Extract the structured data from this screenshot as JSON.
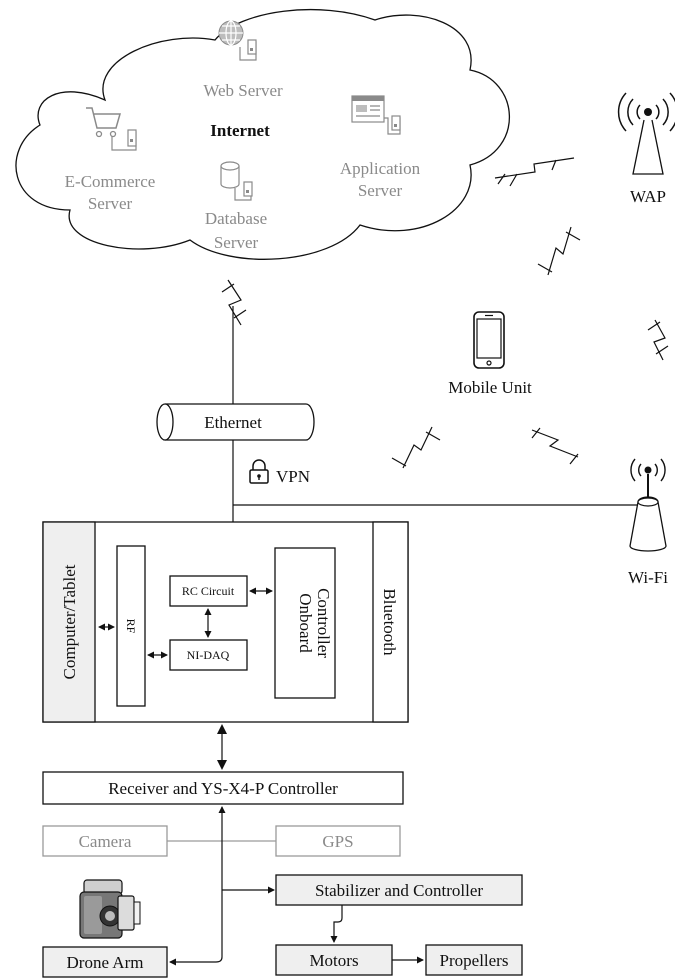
{
  "cloud": {
    "title": "Internet",
    "web_server": "Web Server",
    "application_server_1": "Application",
    "application_server_2": "Server",
    "ecommerce_server_1": "E-Commerce",
    "ecommerce_server_2": "Server",
    "database_server_1": "Database",
    "database_server_2": "Server"
  },
  "wireless": {
    "wap": "WAP",
    "mobile_unit": "Mobile Unit",
    "wifi": "Wi-Fi"
  },
  "network": {
    "ethernet": "Ethernet",
    "vpn": "VPN"
  },
  "ground_station": {
    "computer_tablet": "Computer/Tablet",
    "rf": "RF",
    "rc_circuit": "RC Circuit",
    "ni_daq": "NI-DAQ",
    "onboard_controller_1": "Onboard",
    "onboard_controller_2": "Controller",
    "bluetooth": "Bluetooth"
  },
  "drone": {
    "receiver": "Receiver and YS-X4-P Controller",
    "camera": "Camera",
    "gps": "GPS",
    "stabilizer": "Stabilizer and Controller",
    "drone_arm": "Drone Arm",
    "motors": "Motors",
    "propellers": "Propellers"
  },
  "icons": {
    "web_server": "globe-server-icon",
    "application_server": "browser-window-server-icon",
    "ecommerce_server": "shopping-cart-server-icon",
    "database_server": "database-cylinder-server-icon",
    "wap": "antenna-tower-icon",
    "mobile_unit": "smartphone-icon",
    "wifi": "wifi-router-icon",
    "vpn": "padlock-icon",
    "camera": "camcorder-icon"
  }
}
